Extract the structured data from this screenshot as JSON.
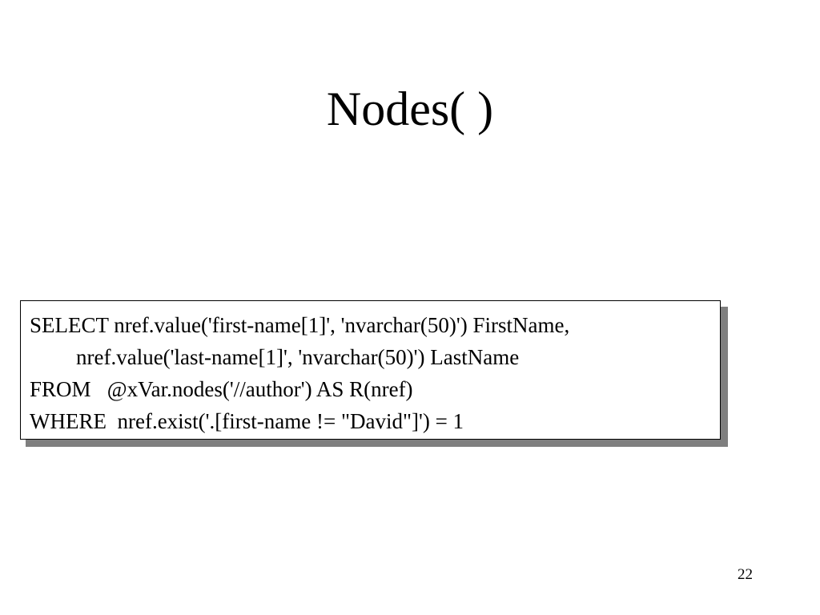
{
  "slide": {
    "title": "Nodes( )",
    "code_lines": [
      "SELECT nref.value('first-name[1]', 'nvarchar(50)') FirstName,",
      "nref.value('last-name[1]', 'nvarchar(50)') LastName",
      "FROM   @xVar.nodes('//author') AS R(nref)",
      "WHERE  nref.exist('.[first-name != \"David\"]') = 1"
    ],
    "page_number": "22"
  }
}
